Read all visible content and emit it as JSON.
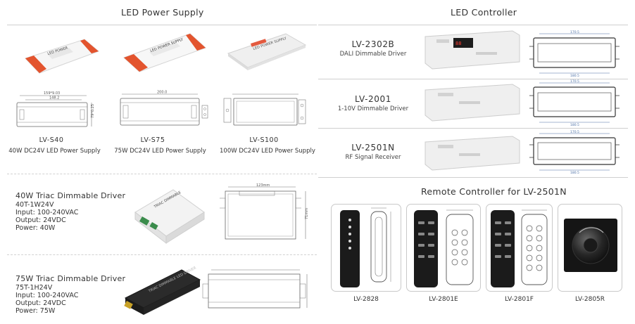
{
  "sections": {
    "power_supply_title": "LED Power Supply",
    "controller_title": "LED Controller",
    "remote_title": "Remote Controller for LV-2501N"
  },
  "power_supplies": [
    {
      "model": "LV-S40",
      "caption": "40W DC24V LED Power Supply",
      "body_color": "#f5f5f5",
      "cap_color": "#e0502f"
    },
    {
      "model": "LV-S75",
      "caption": "75W DC24V LED Power Supply",
      "body_color": "#f5f5f5",
      "cap_color": "#e0502f"
    },
    {
      "model": "LV-S100",
      "caption": "100W DC24V LED Power Supply",
      "body_color": "#eeeeee",
      "cap_color": "#e6e6e6"
    }
  ],
  "drivers": [
    {
      "title": "40W Triac Dimmable Driver",
      "specs": [
        "40T-1W24V",
        "Input: 100-240VAC",
        "Output: 24VDC",
        "Power: 40W"
      ]
    },
    {
      "title": "75W Triac Dimmable Driver",
      "specs": [
        "75T-1H24V",
        "Input: 100-240VAC",
        "Output: 24VDC",
        "Power: 75W"
      ]
    }
  ],
  "controllers": [
    {
      "model": "LV-2302B",
      "description": "DALI Dimmable Driver"
    },
    {
      "model": "LV-2001",
      "description": "1-10V Dimmable Driver"
    },
    {
      "model": "LV-2501N",
      "description": "RF Signal Receiver"
    }
  ],
  "remotes": [
    {
      "model": "LV-2828"
    },
    {
      "model": "LV-2801E"
    },
    {
      "model": "LV-2801F"
    },
    {
      "model": "LV-2805R"
    }
  ]
}
